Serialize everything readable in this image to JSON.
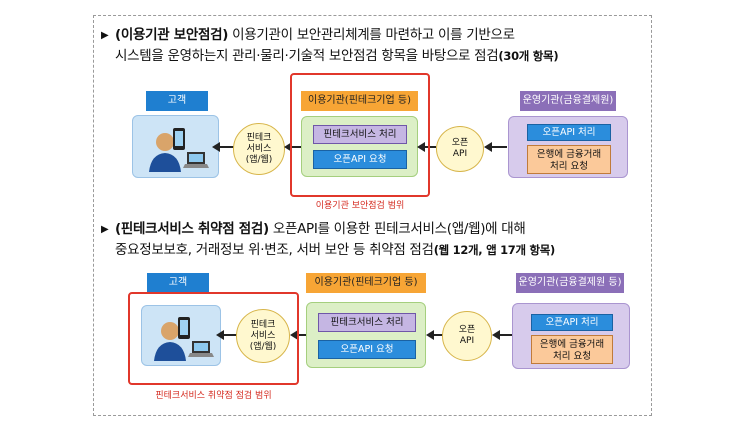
{
  "section1": {
    "bullet": "▶",
    "title": "(이용기관 보안점검)",
    "text_line1": " 이용기관이 보안관리체계를 마련하고 이를 기반으로",
    "text_line2": "시스템을 운영하는지 관리·물리·기술적 보안점검 항목을 바탕으로 점검",
    "count": "(30개 항목)"
  },
  "diagram1": {
    "customer_header": "고객",
    "fintech_header": "이용기관(핀테크기업 등)",
    "operator_header": "운영기관(금융결제원)",
    "fintech_circle": "핀테크\n서비스\n(앱/웹)",
    "fintech_process": "핀테크서비스 처리",
    "open_api_request": "오픈API 요청",
    "open_api_circle": "오픈\nAPI",
    "open_api_process": "오픈API 처리",
    "bank_request": "은행에 금융거래\n처리 요청",
    "scope_label": "이용기관 보안점검 범위"
  },
  "section2": {
    "bullet": "▶",
    "title": "(핀테크서비스 취약점 점검)",
    "text_line1": " 오픈API를 이용한 핀테크서비스(앱/웹)에 대해",
    "text_line2": "중요정보보호, 거래정보 위·변조, 서버 보안 등 취약점 점검",
    "count": "(웹 12개, 앱 17개 항목)"
  },
  "diagram2": {
    "customer_header": "고객",
    "fintech_header": "이용기관(핀테크기업 등)",
    "operator_header": "운영기관(금융결제원 등)",
    "fintech_circle": "핀테크\n서비스\n(앱/웹)",
    "fintech_process": "핀테크서비스 처리",
    "open_api_request": "오픈API 요청",
    "open_api_circle": "오픈\nAPI",
    "open_api_process": "오픈API 처리",
    "bank_request": "은행에 금융거래\n처리 요청",
    "scope_label": "핀테크서비스 취약점 점검 범위"
  },
  "colors": {
    "red": "#e1372b",
    "blue": "#1f7fd0",
    "orange": "#f7a535",
    "purple": "#8b6fb8"
  }
}
